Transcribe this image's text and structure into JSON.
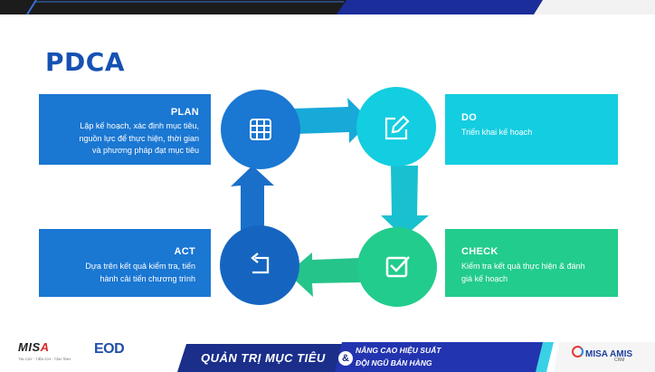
{
  "title": "PDCA",
  "boxes": {
    "plan": {
      "head": "PLAN",
      "body": [
        "Lập kế hoạch, xác định mục tiêu,",
        "nguồn lực để thực hiện, thời gian",
        "và phương pháp đạt mục tiêu"
      ]
    },
    "do": {
      "head": "DO",
      "body": [
        "Triển khai kế hoạch"
      ]
    },
    "check": {
      "head": "CHECK",
      "body": [
        "Kiểm tra kết quả thực hiện & đánh",
        "giá kế hoạch"
      ]
    },
    "act": {
      "head": "ACT",
      "body": [
        "Dựa trên kết quả kiểm tra, tiến",
        "hành cải tiến chương trình"
      ]
    }
  },
  "icons": {
    "plan": "calendar-icon",
    "do": "edit-icon",
    "check": "checkbox-icon",
    "act": "return-arrow-icon"
  },
  "colors": {
    "title": "#1651b3",
    "plan": "#1a77d2",
    "do": "#13cde0",
    "check": "#22cc8c",
    "act": "#1a77d2",
    "circle_plan": "#1a77d2",
    "circle_do": "#13cde0",
    "circle_check": "#22cc8c",
    "circle_act": "#1565c0"
  },
  "footer": {
    "misa": {
      "logo_main": "MIS",
      "logo_accent": "A",
      "tagline": "TIN CẬY · TIỆN ÍCH · TẬN TÌNH"
    },
    "eod": "EOD",
    "banner_main": "QUẢN TRỊ MỤC TIÊU",
    "amp": "&",
    "banner_sub1": "NÂNG CAO HIỆU SUẤT",
    "banner_sub2": "ĐỘI NGŨ BÁN HÀNG",
    "amis": "MISA AMIS",
    "crm": "CRM"
  }
}
